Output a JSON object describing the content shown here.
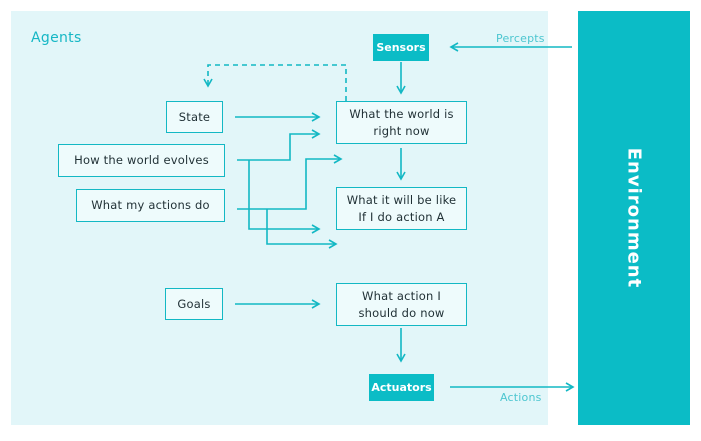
{
  "agents_label": "Agents",
  "environment_label": "Environment",
  "nodes": {
    "sensors": "Sensors",
    "actuators": "Actuators",
    "state": "State",
    "how_world_evolves": "How the world evolves",
    "what_my_actions_do": "What my actions do",
    "goals": "Goals",
    "world_now": "What the world is right now",
    "what_if_action": "What it will be like If I do action A",
    "what_action": "What action I should do now"
  },
  "edges": {
    "percepts": "Percepts",
    "actions": "Actions"
  },
  "colors": {
    "accent": "#0bbcc6",
    "panel_background": "#e2f6f9",
    "box_border": "#13b8c4",
    "edge_label": "#4cc6d0"
  }
}
